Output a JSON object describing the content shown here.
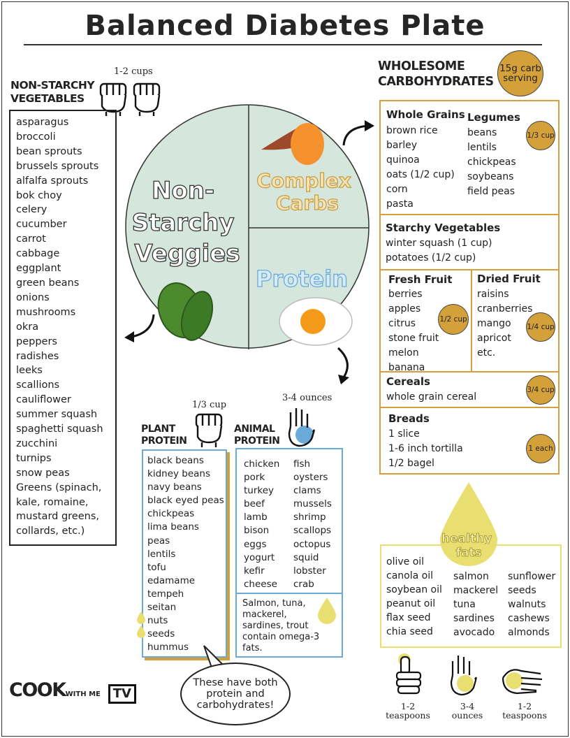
{
  "title": "Balanced Diabetes Plate",
  "vegetables": {
    "heading": [
      "NON-STARCHY",
      "VEGETABLES"
    ],
    "portion": "1-2 cups",
    "items": [
      "asparagus",
      "broccoli",
      "bean sprouts",
      "brussels sprouts",
      "alfalfa sprouts",
      "bok choy",
      "celery",
      "cucumber",
      "carrot",
      "cabbage",
      "eggplant",
      "green beans",
      "onions",
      "mushrooms",
      "okra",
      "peppers",
      "radishes",
      "leeks",
      "scallions",
      "cauliflower",
      "summer squash",
      "spaghetti squash",
      "zucchini",
      "turnips",
      "snow peas",
      "Greens (spinach,",
      "kale, romaine,",
      "mustard greens,",
      "collards, etc.)"
    ]
  },
  "plate": {
    "left_label": [
      "Non-",
      "Starchy",
      "Veggies"
    ],
    "top_right_label": [
      "Complex",
      "Carbs"
    ],
    "bottom_right_label": "Protein"
  },
  "carbs": {
    "heading": [
      "WHOLESOME",
      "CARBOHYDRATES"
    ],
    "badge": [
      "15g carb",
      "serving"
    ],
    "whole_grains": {
      "title": "Whole Grains",
      "items": [
        "brown rice",
        "barley",
        "quinoa",
        "oats (1/2 cup)",
        "corn",
        "pasta"
      ]
    },
    "legumes": {
      "title": "Legumes",
      "items": [
        "beans",
        "lentils",
        "chickpeas",
        "soybeans",
        "field peas"
      ],
      "serving": "1/3 cup"
    },
    "starchy": {
      "title": "Starchy Vegetables",
      "items": [
        "winter squash (1 cup)",
        "potatoes (1/2 cup)"
      ]
    },
    "fresh_fruit": {
      "title": "Fresh Fruit",
      "items": [
        "berries",
        "apples",
        "citrus",
        "stone fruit",
        "melon",
        "banana"
      ],
      "serving": "1/2 cup"
    },
    "dried_fruit": {
      "title": "Dried Fruit",
      "items": [
        "raisins",
        "cranberries",
        "mango",
        "apricot",
        "etc."
      ],
      "serving": "1/4 cup"
    },
    "cereals": {
      "title": "Cereals",
      "items": [
        "whole grain cereal"
      ],
      "serving": "3/4 cup"
    },
    "breads": {
      "title": "Breads",
      "items": [
        "1 slice",
        "1-6 inch tortilla",
        "1/2 bagel"
      ],
      "serving": "1 each"
    }
  },
  "plant_protein": {
    "heading": [
      "PLANT",
      "PROTEIN"
    ],
    "portion": "1/3 cup",
    "items": [
      "black beans",
      "kidney beans",
      "navy beans",
      "black eyed peas",
      "chickpeas",
      "lima beans",
      "peas",
      "lentils",
      "tofu",
      "edamame",
      "tempeh",
      "seitan",
      "nuts",
      "seeds",
      "hummus"
    ]
  },
  "animal_protein": {
    "heading": [
      "ANIMAL",
      "PROTEIN"
    ],
    "portion": "3-4 ounces",
    "col1": [
      "chicken",
      "pork",
      "turkey",
      "beef",
      "lamb",
      "bison",
      "eggs",
      "yogurt",
      "kefir",
      "cheese"
    ],
    "col2": [
      "fish",
      "oysters",
      "clams",
      "mussels",
      "shrimp",
      "scallops",
      "octopus",
      "squid",
      "lobster",
      "crab"
    ],
    "omega_note": [
      "Salmon, tuna,",
      "mackerel,",
      "sardines,  trout",
      "contain omega-3",
      "fats."
    ]
  },
  "bubble_text": [
    "These have both",
    "protein and",
    "carbohydrates!"
  ],
  "fats": {
    "label": [
      "healthy",
      "fats"
    ],
    "col1": [
      "olive oil",
      "canola oil",
      "soybean oil",
      "peanut oil",
      "flax seed",
      "chia seed"
    ],
    "col2": [
      "salmon",
      "mackerel",
      "tuna",
      "sardines",
      "avocado"
    ],
    "col3": [
      "sunflower",
      "seeds",
      "walnuts",
      "cashews",
      "almonds"
    ]
  },
  "footer_portions": [
    {
      "amount": "1-2",
      "unit": "teaspoons"
    },
    {
      "amount": "3-4",
      "unit": "ounces"
    },
    {
      "amount": "1-2",
      "unit": "teaspoons"
    }
  ],
  "logo": {
    "main": "COOK",
    "mid": "WITH ME",
    "tv": "TV"
  },
  "colors": {
    "gold": "#d4a03a",
    "blue": "#6aaad8",
    "plate": "#d5e6dc",
    "yellow": "#e9de70"
  }
}
